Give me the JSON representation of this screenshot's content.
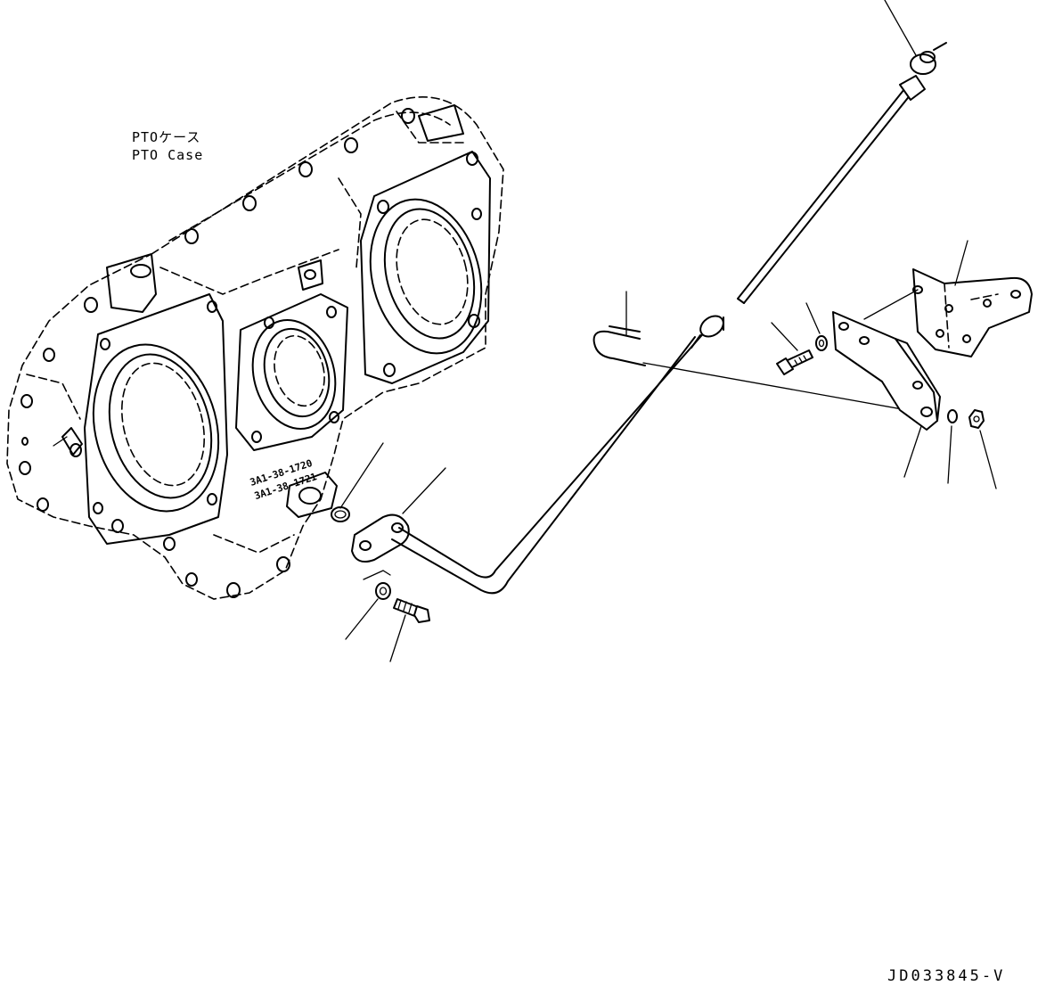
{
  "labels": {
    "pto_case_jp": "PTOケース",
    "pto_case_en": "PTO Case",
    "case_marking_1": "3A1-38-1720",
    "case_marking_2": "3A1-38-1721"
  },
  "footer": {
    "drawing_code": "JD033845-V"
  }
}
